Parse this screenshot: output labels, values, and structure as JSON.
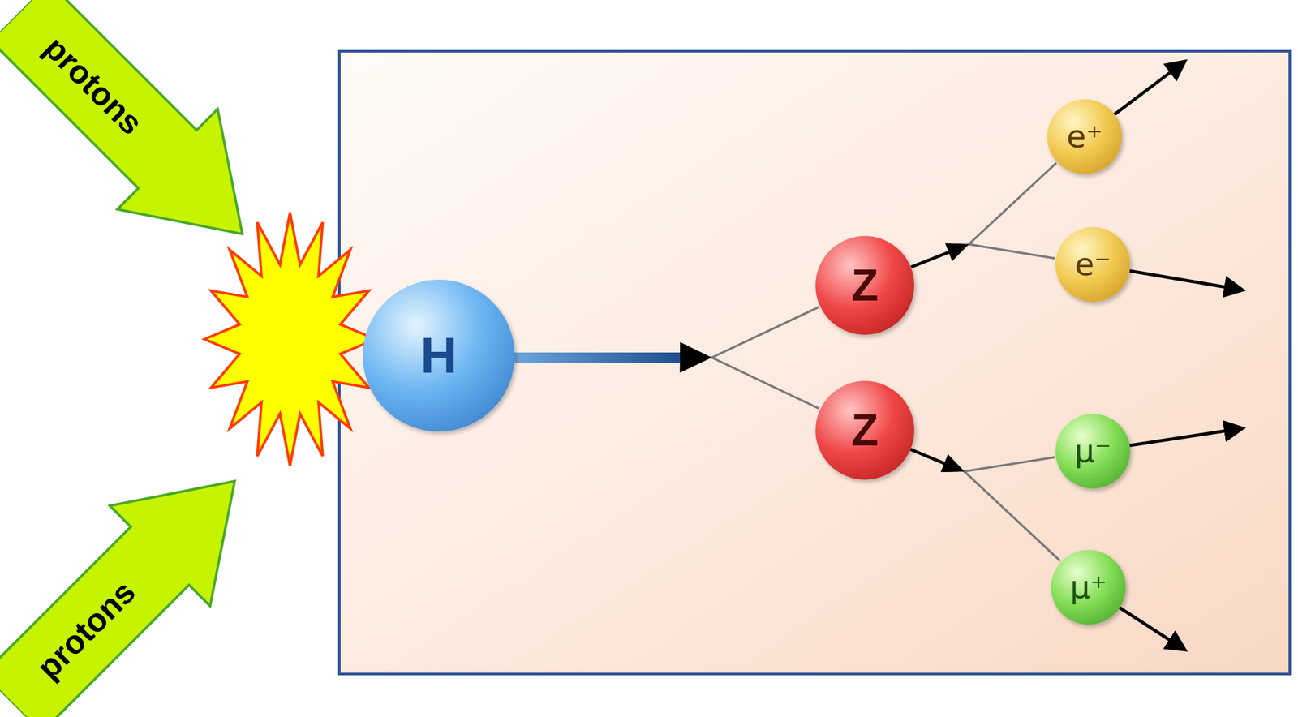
{
  "diagram": {
    "nodes": [
      {
        "text": [
          "protons"
        ]
      },
      {
        "text": [
          "protons"
        ]
      },
      {
        "text": [
          "H"
        ]
      },
      {
        "text": [
          "Z"
        ]
      },
      {
        "text": [
          "Z"
        ]
      },
      {
        "text": [
          "e⁺"
        ]
      },
      {
        "text": [
          "e⁻"
        ]
      },
      {
        "text": [
          "μ⁻"
        ]
      },
      {
        "text": [
          "μ⁺"
        ]
      }
    ],
    "edges": [
      {
        "from": 2,
        "to": 3,
        "arrow": "to"
      },
      {
        "from": 2,
        "to": 4,
        "arrow": "to"
      },
      {
        "from": 3,
        "to": 5,
        "arrow": "to"
      },
      {
        "from": 3,
        "to": 6,
        "arrow": "to"
      },
      {
        "from": 4,
        "to": 7,
        "arrow": "to"
      },
      {
        "from": 4,
        "to": 8,
        "arrow": "to"
      }
    ]
  }
}
